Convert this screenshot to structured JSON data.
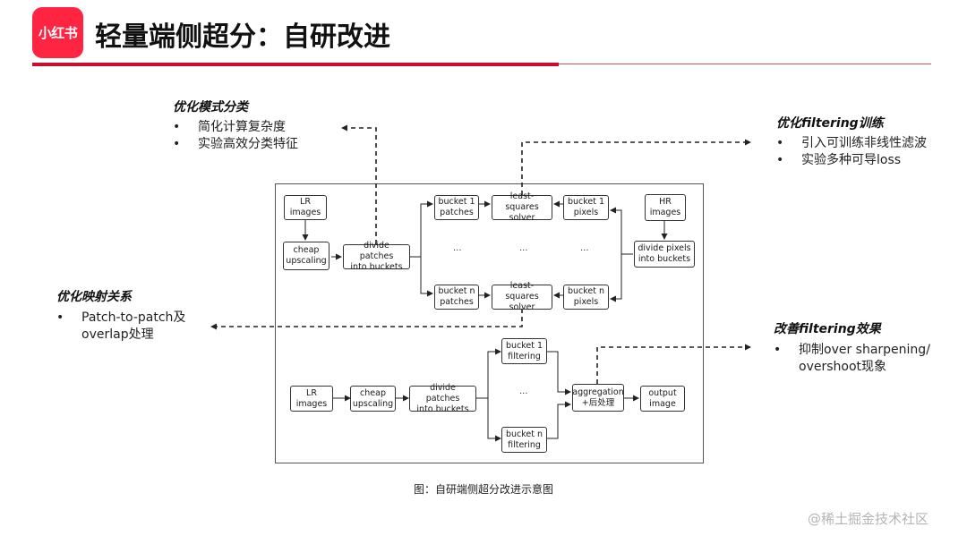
{
  "header": {
    "logo_text": "小红书",
    "title": "轻量端侧超分：自研改进"
  },
  "notes": {
    "classify": {
      "heading": "优化模式分类",
      "items": [
        "简化计算复杂度",
        "实验高效分类特征"
      ]
    },
    "filtering_train": {
      "heading": "优化filtering训练",
      "items": [
        "引入可训练非线性滤波",
        "实验多种可导loss"
      ]
    },
    "mapping": {
      "heading": "优化映射关系",
      "items": [
        "Patch-to-patch及 overlap处理"
      ]
    },
    "filtering_effect": {
      "heading": "改善filtering效果",
      "items": [
        "抑制over sharpening/ overshoot现象"
      ]
    }
  },
  "diagram": {
    "top": {
      "lr_images": "LR\nimages",
      "cheap_upscaling": "cheap\nupscaling",
      "divide_patches": "divide patches\ninto buckets",
      "bucket1_patches": "bucket 1\npatches",
      "bucketn_patches": "bucket n\npatches",
      "ls_solver_1": "least-squares\nsolver",
      "ls_solver_n": "least-squares\nsolver",
      "bucket1_pixels": "bucket 1\npixels",
      "bucketn_pixels": "bucket n\npixels",
      "hr_images": "HR\nimages",
      "divide_pixels": "divide pixels\ninto buckets",
      "ellipsis": "..."
    },
    "bottom": {
      "lr_images": "LR\nimages",
      "cheap_upscaling": "cheap\nupscaling",
      "divide_patches": "divide patches\ninto buckets",
      "bucket1_filtering": "bucket 1\nfiltering",
      "bucketn_filtering": "bucket n\nfiltering",
      "aggregation": "aggregation\n+后处理",
      "output_image": "output\nimage",
      "ellipsis": "..."
    }
  },
  "caption": "图：自研端侧超分改进示意图",
  "watermark": "@稀土掘金技术社区",
  "colors": {
    "brand_red": "#ff2442",
    "rule_red": "#c8102e"
  }
}
